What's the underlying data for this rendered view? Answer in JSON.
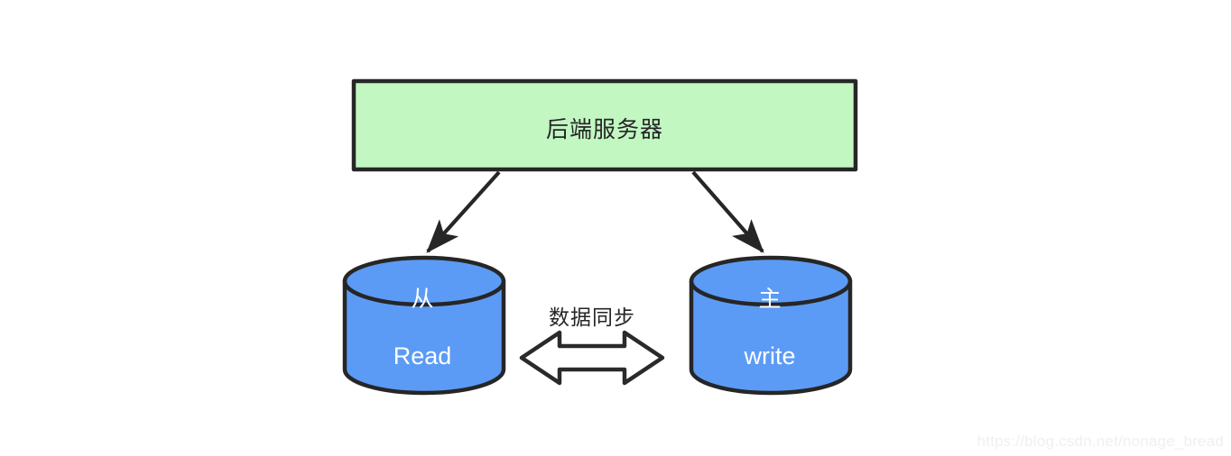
{
  "diagram": {
    "background_color": "#ffffff",
    "server": {
      "label": "后端服务器",
      "fill_color": "#C2F7C2",
      "stroke_color": "#262626"
    },
    "databases": [
      {
        "id": "slave",
        "role_label": "从",
        "operation_label": "Read",
        "fill_color": "#5B9BF5",
        "stroke_color": "#262626",
        "text_color": "#ffffff"
      },
      {
        "id": "master",
        "role_label": "主",
        "operation_label": "write",
        "fill_color": "#5B9BF5",
        "stroke_color": "#262626",
        "text_color": "#ffffff"
      }
    ],
    "sync": {
      "label": "数据同步",
      "arrow_style": "double-headed-outline",
      "stroke_color": "#2A2A2A",
      "fill_color": "#ffffff"
    },
    "connectors": [
      {
        "id": "server-to-slave",
        "style": "solid-arrow",
        "color": "#262626"
      },
      {
        "id": "server-to-master",
        "style": "solid-arrow",
        "color": "#262626"
      }
    ]
  },
  "watermark": {
    "text": "https://blog.csdn.net/nonage_bread"
  }
}
